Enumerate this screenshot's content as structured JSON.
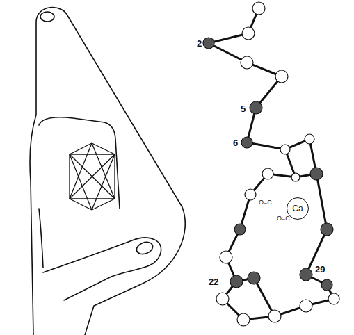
{
  "diagram": {
    "nodes": [
      {
        "text": [
          "Ca"
        ]
      }
    ],
    "labels": [
      "2",
      "5",
      "6",
      "22",
      "29",
      "O=C",
      "O=C"
    ]
  }
}
